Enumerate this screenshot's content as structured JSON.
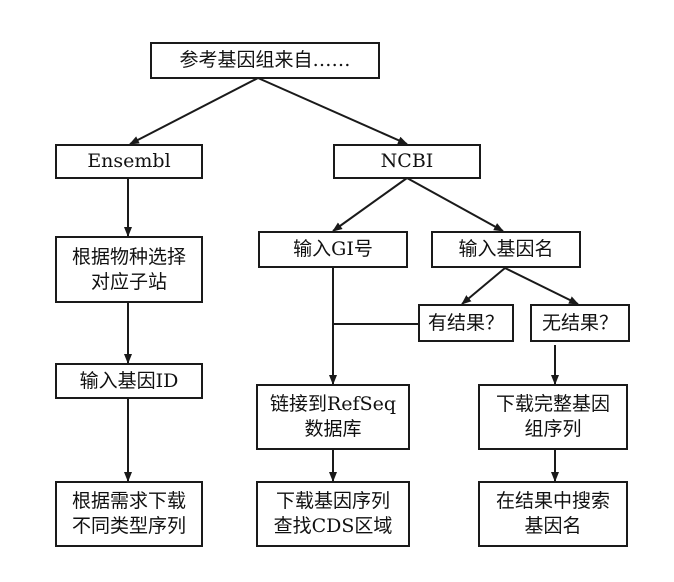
{
  "colors": {
    "line": "#1a1a1a",
    "box_border": "#1a1a1a",
    "text": "#111111",
    "background": "#ffffff"
  },
  "nodes": {
    "root": "参考基因组来自……",
    "ensembl": "Ensembl",
    "ncbi": "NCBI",
    "choose_site": "根据物种选择\n对应子站",
    "input_id": "输入基因ID",
    "download_by_need": "根据需求下载\n不同类型序列",
    "input_gi": "输入GI号",
    "input_gene_name": "输入基因名",
    "has_result": "有结果？",
    "no_result": "无结果？",
    "link_refseq": "链接到RefSeq\n数据库",
    "download_gene_seq": "下载基因序列\n查找CDS区域",
    "download_genome": "下载完整基因\n组序列",
    "search_results": "在结果中搜索\n基因名"
  }
}
